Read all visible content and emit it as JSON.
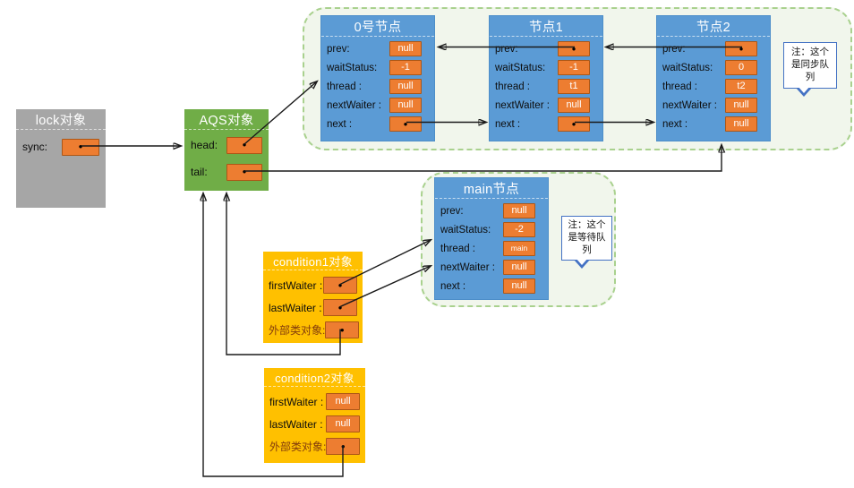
{
  "lock_box": {
    "title": "lock对象",
    "fields": [
      {
        "label": "sync:",
        "value": "●"
      }
    ]
  },
  "aqs_box": {
    "title": "AQS对象",
    "fields": [
      {
        "label": "head:",
        "value": "●"
      },
      {
        "label": "tail:",
        "value": "●"
      }
    ]
  },
  "sync_queue": {
    "note": "注：这个是同步队列",
    "nodes": [
      {
        "title": "0号节点",
        "fields": [
          {
            "label": "prev:",
            "value": "null"
          },
          {
            "label": "waitStatus:",
            "value": "-1"
          },
          {
            "label": "thread :",
            "value": "null"
          },
          {
            "label": "nextWaiter :",
            "value": "null"
          },
          {
            "label": "next :",
            "value": "●"
          }
        ]
      },
      {
        "title": "节点1",
        "fields": [
          {
            "label": "prev:",
            "value": "●"
          },
          {
            "label": "waitStatus:",
            "value": "-1"
          },
          {
            "label": "thread :",
            "value": "t1"
          },
          {
            "label": "nextWaiter :",
            "value": "null"
          },
          {
            "label": "next :",
            "value": "●"
          }
        ]
      },
      {
        "title": "节点2",
        "fields": [
          {
            "label": "prev:",
            "value": "●"
          },
          {
            "label": "waitStatus:",
            "value": "0"
          },
          {
            "label": "thread :",
            "value": "t2"
          },
          {
            "label": "nextWaiter :",
            "value": "null"
          },
          {
            "label": "next :",
            "value": "null"
          }
        ]
      }
    ]
  },
  "wait_queue": {
    "note": "注：这个是等待队列",
    "node": {
      "title": "main节点",
      "fields": [
        {
          "label": "prev:",
          "value": "null"
        },
        {
          "label": "waitStatus:",
          "value": "-2"
        },
        {
          "label": "thread :",
          "value": "main"
        },
        {
          "label": "nextWaiter :",
          "value": "null"
        },
        {
          "label": "next :",
          "value": "null"
        }
      ]
    }
  },
  "condition1": {
    "title": "condition1对象",
    "fields": [
      {
        "label": "firstWaiter :",
        "value": "●"
      },
      {
        "label": "lastWaiter :",
        "value": "●"
      },
      {
        "label": "外部类对象:",
        "value": "●"
      }
    ]
  },
  "condition2": {
    "title": "condition2对象",
    "fields": [
      {
        "label": "firstWaiter :",
        "value": "null"
      },
      {
        "label": "lastWaiter :",
        "value": "null"
      },
      {
        "label": "外部类对象:",
        "value": "●"
      }
    ]
  },
  "colors": {
    "node_blue": "#5b9bd5",
    "pointer_orange": "#ed7d31",
    "aqs_green": "#70ad47",
    "lock_gray": "#a6a6a6",
    "condition_yellow": "#ffc000",
    "queue_group_border": "#a9d18e",
    "queue_group_fill": "#f1f6ec",
    "note_border_blue": "#4472c4",
    "outer_class_label": "#843c0c"
  }
}
